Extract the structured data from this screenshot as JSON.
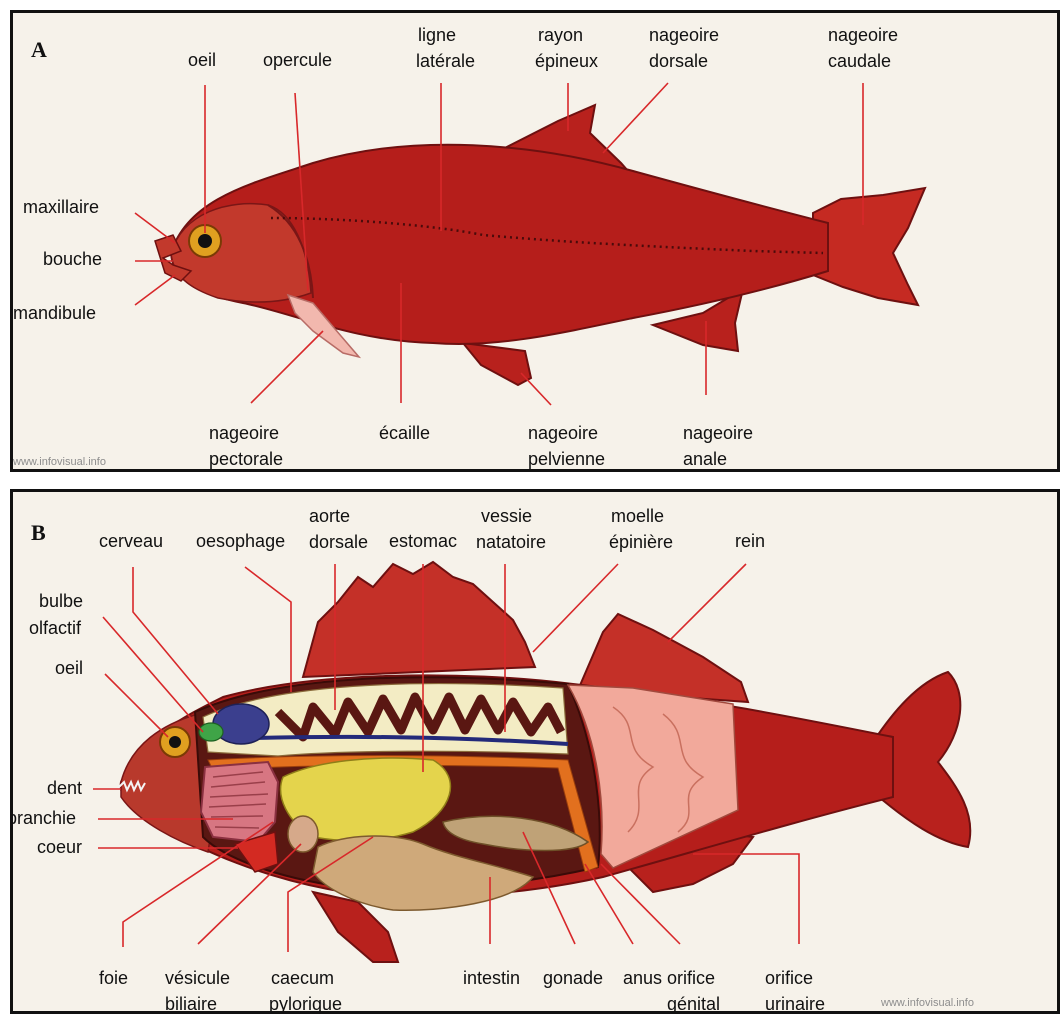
{
  "panel_a": {
    "letter": "A",
    "watermark": "www.infovisual.info",
    "labels": {
      "oeil": "oeil",
      "opercule": "opercule",
      "ligne_1": "ligne",
      "ligne_2": "latérale",
      "rayon_1": "rayon",
      "rayon_2": "épineux",
      "dorsale_1": "nageoire",
      "dorsale_2": "dorsale",
      "caudale_1": "nageoire",
      "caudale_2": "caudale",
      "maxillaire": "maxillaire",
      "bouche": "bouche",
      "mandibule": "mandibule",
      "pectorale_1": "nageoire",
      "pectorale_2": "pectorale",
      "ecaille": "écaille",
      "pelvienne_1": "nageoire",
      "pelvienne_2": "pelvienne",
      "anale_1": "nageoire",
      "anale_2": "anale"
    }
  },
  "panel_b": {
    "letter": "B",
    "watermark": "www.infovisual.info",
    "labels": {
      "cerveau": "cerveau",
      "oesophage": "oesophage",
      "aorte_1": "aorte",
      "aorte_2": "dorsale",
      "estomac": "estomac",
      "vessie_1": "vessie",
      "vessie_2": "natatoire",
      "moelle_1": "moelle",
      "moelle_2": "épinière",
      "rein": "rein",
      "bulbe_1": "bulbe",
      "bulbe_2": "olfactif",
      "oeil": "oeil",
      "dent": "dent",
      "branchie": "branchie",
      "coeur": "coeur",
      "foie": "foie",
      "vesicule_1": "vésicule",
      "vesicule_2": "biliaire",
      "caecum_1": "caecum",
      "caecum_2": "pylorique",
      "intestin": "intestin",
      "gonade": "gonade",
      "anus": "anus",
      "orifice_gen_1": "orifice",
      "orifice_gen_2": "génital",
      "orifice_uri_1": "orifice",
      "orifice_uri_2": "urinaire"
    }
  }
}
